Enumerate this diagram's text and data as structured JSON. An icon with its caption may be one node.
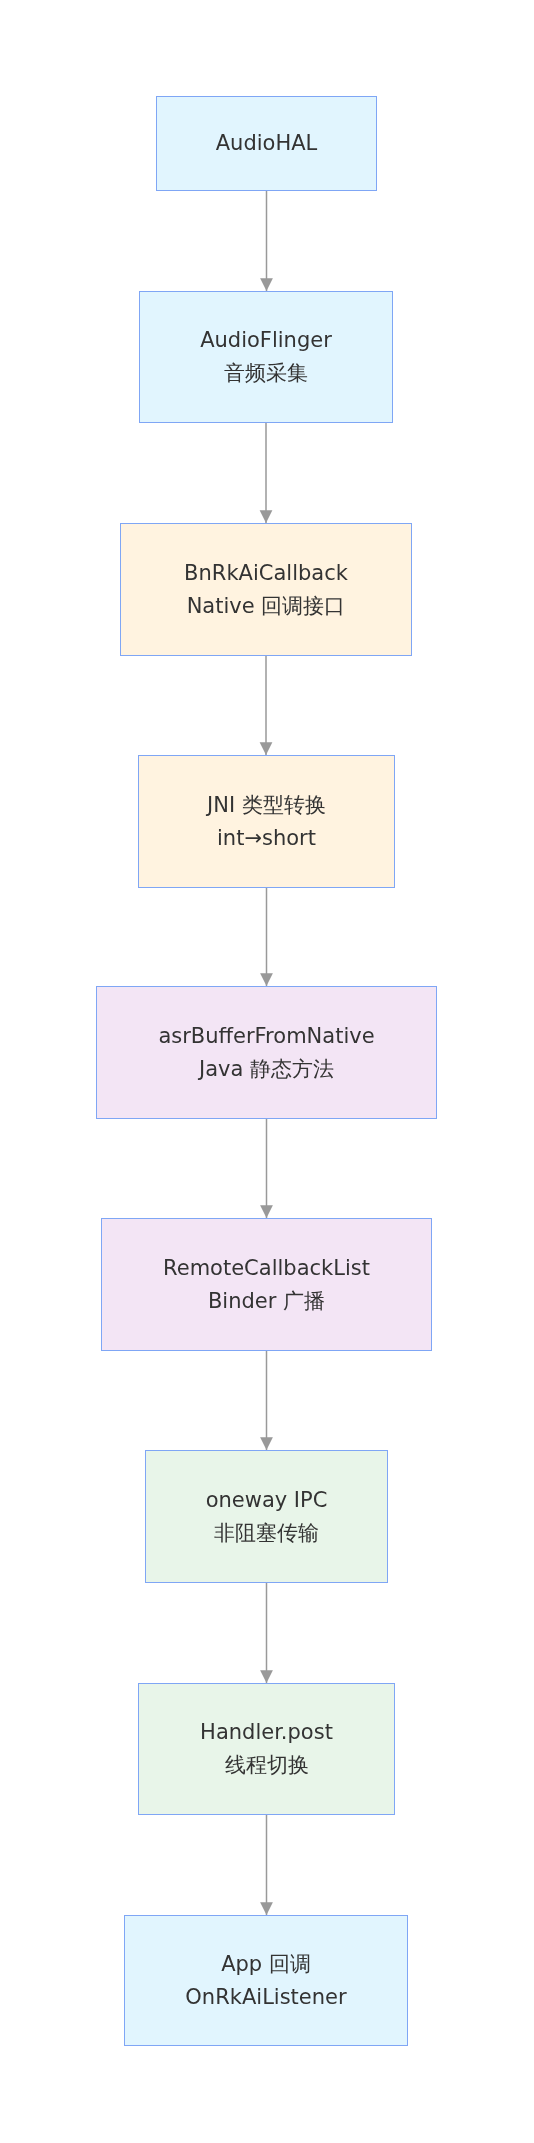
{
  "diagram": {
    "nodes": [
      {
        "text": [
          "AudioHAL"
        ]
      },
      {
        "text": [
          "AudioFlinger",
          "音频采集"
        ]
      },
      {
        "text": [
          "BnRkAiCallback",
          "Native 回调接口"
        ]
      },
      {
        "text": [
          "JNI 类型转换",
          "int→short"
        ]
      },
      {
        "text": [
          "asrBufferFromNative",
          "Java 静态方法"
        ]
      },
      {
        "text": [
          "RemoteCallbackList",
          "Binder 广播"
        ]
      },
      {
        "text": [
          "oneway IPC",
          "非阻塞传输"
        ]
      },
      {
        "text": [
          "Handler.post",
          "线程切换"
        ]
      },
      {
        "text": [
          "App 回调",
          "OnRkAiListener"
        ]
      }
    ],
    "edges": [
      {
        "from": 0,
        "to": 1,
        "arrow": "to"
      },
      {
        "from": 1,
        "to": 2,
        "arrow": "to"
      },
      {
        "from": 2,
        "to": 3,
        "arrow": "to"
      },
      {
        "from": 3,
        "to": 4,
        "arrow": "to"
      },
      {
        "from": 4,
        "to": 5,
        "arrow": "to"
      },
      {
        "from": 5,
        "to": 6,
        "arrow": "to"
      },
      {
        "from": 6,
        "to": 7,
        "arrow": "to"
      },
      {
        "from": 7,
        "to": 8,
        "arrow": "to"
      }
    ]
  }
}
